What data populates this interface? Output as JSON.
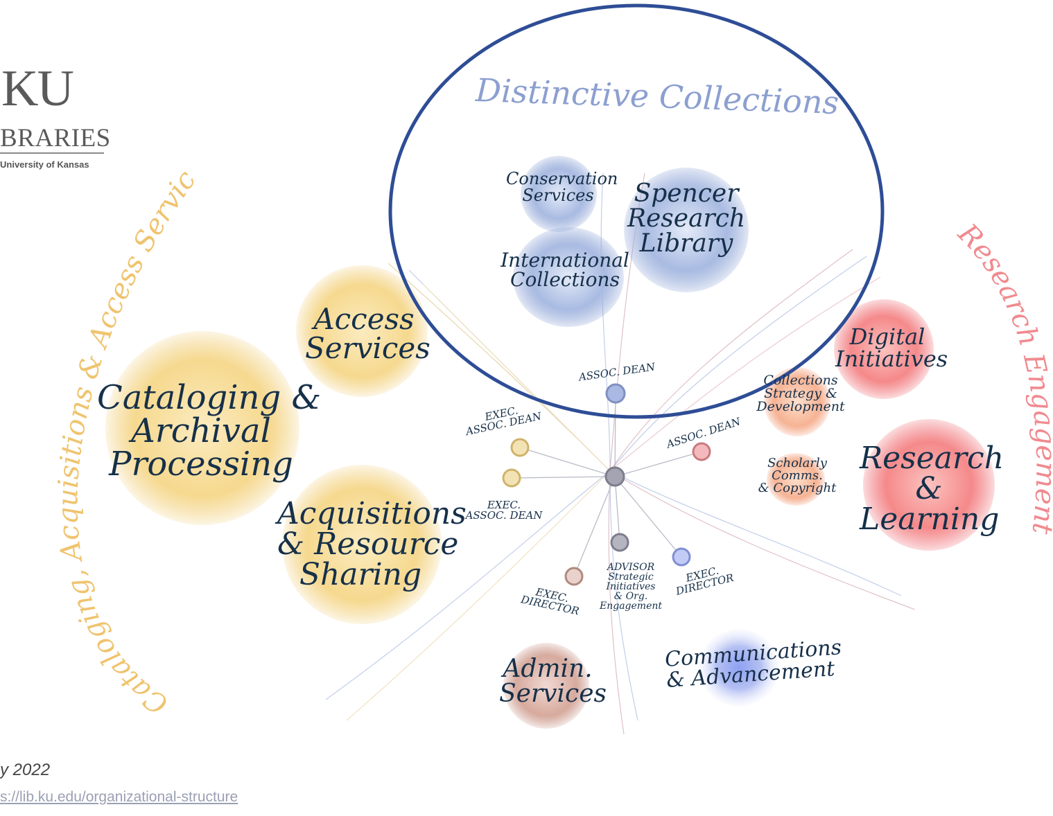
{
  "logo": {
    "ku": "KU",
    "libraries": "BRARIES",
    "university": "University of Kansas"
  },
  "clusters": {
    "distinctive": "Distinctive Collections",
    "cataloging_access": "Cataloging, Acquisitions & Access Services",
    "research_engagement": "Research Engagement"
  },
  "units": {
    "conservation": [
      "Conservation",
      "Services"
    ],
    "spencer": [
      "Spencer",
      "Research",
      "Library"
    ],
    "international": [
      "International",
      "Collections"
    ],
    "access": [
      "Access",
      "Services"
    ],
    "cataloging": [
      "Cataloging &",
      "Archival",
      "Processing"
    ],
    "acquisitions": [
      "Acquisitions",
      "& Resource",
      "Sharing"
    ],
    "digital": [
      "Digital",
      "Initiatives"
    ],
    "collections_strategy": [
      "Collections",
      "Strategy &",
      "Development"
    ],
    "scholarly": [
      "Scholarly",
      "Comms.",
      "& Copyright"
    ],
    "research_learning": [
      "Research",
      "&",
      "Learning"
    ],
    "admin": [
      "Admin.",
      "Services"
    ],
    "communications": [
      "Communications",
      "& Advancement"
    ]
  },
  "roles": {
    "assoc_dean_top": "ASSOC. DEAN",
    "exec_assoc_dean_upper": [
      "EXEC.",
      "ASSOC. DEAN"
    ],
    "exec_assoc_dean_lower": [
      "EXEC.",
      "ASSOC. DEAN"
    ],
    "assoc_dean_right": "ASSOC. DEAN",
    "exec_director_left": [
      "EXEC.",
      "DIRECTOR"
    ],
    "advisor": [
      "ADVISOR",
      "Strategic",
      "Initiatives",
      "& Org.",
      "Engagement"
    ],
    "exec_director_right": [
      "EXEC.",
      "DIRECTOR"
    ]
  },
  "footer": {
    "date": "y 2022",
    "url": "s://lib.ku.edu/organizational-structure"
  },
  "colors": {
    "ink": "#163049",
    "yellow": "#f2cf7a",
    "blue": "#8ea4d6",
    "red": "#f0737a",
    "circle_outline": "#2e4d96",
    "node_center": "#9a9aa8",
    "logo_gray": "#5a5a5a"
  }
}
